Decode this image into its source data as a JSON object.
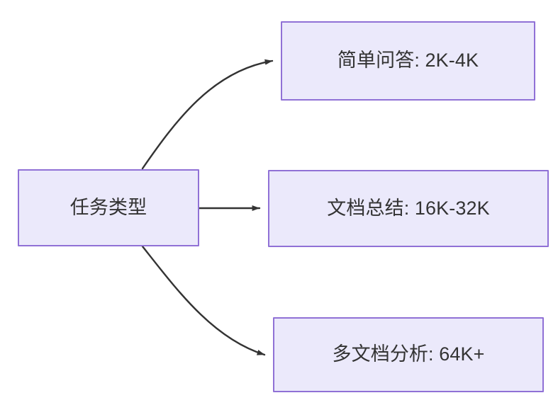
{
  "diagram": {
    "type": "flowchart",
    "direction": "left-to-right",
    "background_color": "#ffffff",
    "node_fill_color": "#ebe9fb",
    "node_border_color": "#9071d6",
    "node_text_color": "#333333",
    "edge_color": "#333333",
    "root": {
      "id": "root",
      "label": "任务类型"
    },
    "tasks": [
      {
        "id": "task-0",
        "label": "简单问答: 2K-4K",
        "name": "简单问答",
        "context_length": "2K-4K",
        "edge_style": "curved-up"
      },
      {
        "id": "task-1",
        "label": "文档总结: 16K-32K",
        "name": "文档总结",
        "context_length": "16K-32K",
        "edge_style": "straight"
      },
      {
        "id": "task-2",
        "label": "多文档分析: 64K+",
        "name": "多文档分析",
        "context_length": "64K+",
        "edge_style": "curved-down"
      }
    ],
    "edges": [
      {
        "id": "edge-0",
        "from": "root",
        "to": "task-0",
        "label": ""
      },
      {
        "id": "edge-1",
        "from": "root",
        "to": "task-1",
        "label": ""
      },
      {
        "id": "edge-2",
        "from": "root",
        "to": "task-2",
        "label": ""
      }
    ]
  }
}
